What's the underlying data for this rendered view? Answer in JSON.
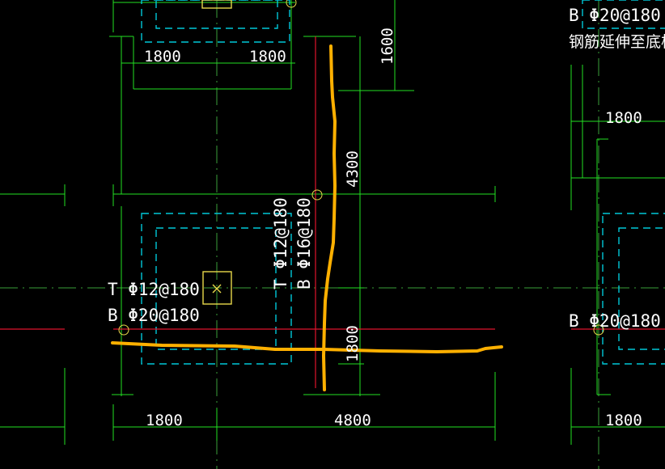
{
  "drawing": {
    "dimensions": {
      "top_left": "1800",
      "top_right": "1800",
      "vertical_top": "1600",
      "vertical_mid": "4300",
      "vertical_low": "1800",
      "right_top": "1800",
      "bottom_left": "1800",
      "bottom_mid": "4800",
      "bottom_right": "1800"
    },
    "rebar": {
      "left_top": "T Φ12@180",
      "left_bottom": "B Φ20@180",
      "center_top": "T Φ12@180",
      "center_bottom": "B Φ16@180",
      "right_upper": "B Φ20@180",
      "right_lower": "B Φ20@180"
    },
    "notes": {
      "right_note": "钢筋延伸至底板或"
    },
    "colors": {
      "background": "#000000",
      "dimension": "#22e022",
      "pad_outline": "#00c8d8",
      "red_line": "#e0142c",
      "highlight": "#ffb000",
      "text": "#ffffff"
    }
  }
}
